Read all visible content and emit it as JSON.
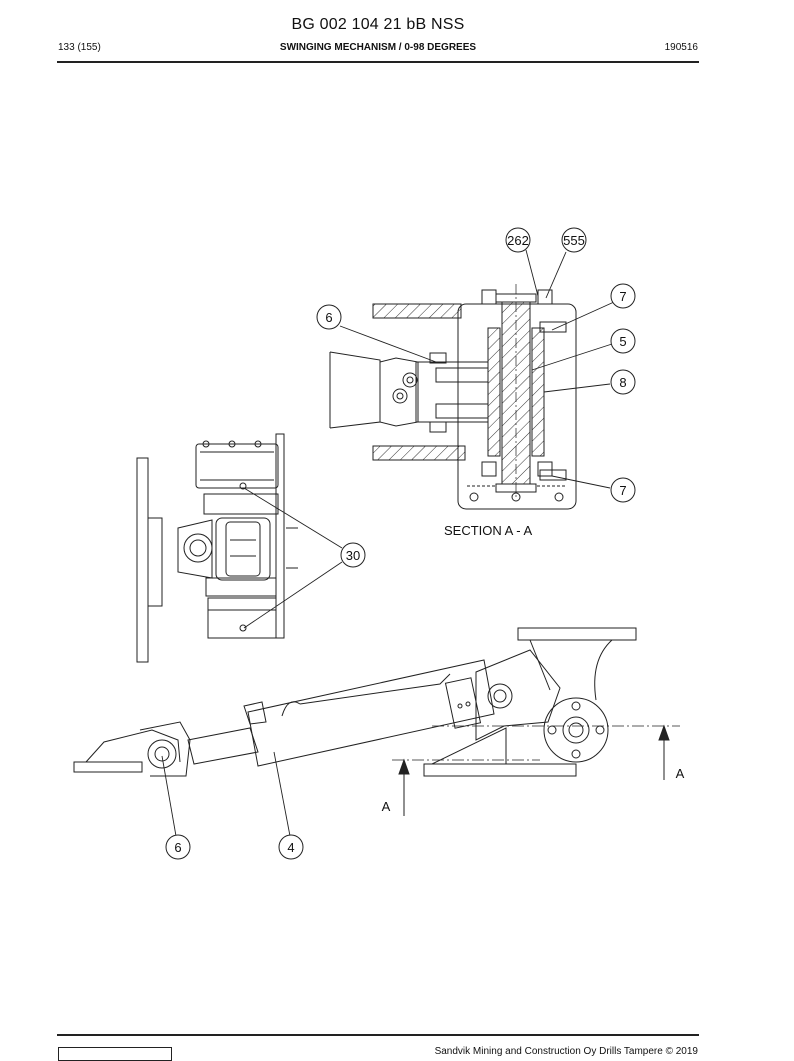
{
  "header": {
    "doc_code": "BG 002 104 21 bB NSS",
    "page": "133 (155)",
    "section": "SWINGING MECHANISM / 0-98 DEGREES",
    "date": "190516"
  },
  "drawing": {
    "section_label": "SECTION A - A",
    "callouts": {
      "c262": "262",
      "c555": "555",
      "c7_top": "7",
      "c6_top": "6",
      "c5": "5",
      "c8": "8",
      "c7_bottom": "7",
      "c30": "30",
      "c6_bottom": "6",
      "c4": "4"
    },
    "section_marks": {
      "left": "A",
      "right": "A"
    }
  },
  "footer": {
    "copyright": "Sandvik Mining and Construction Oy Drills Tampere © 2019"
  }
}
